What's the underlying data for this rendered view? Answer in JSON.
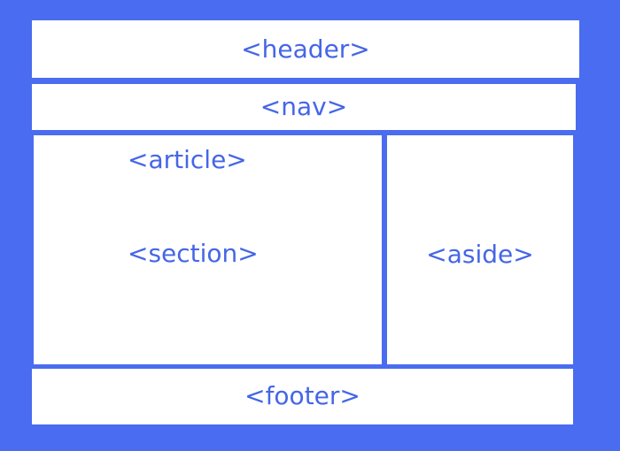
{
  "diagram": {
    "background_color": "#4a6cf0",
    "box_color": "#ffffff",
    "text_color": "#4566e6",
    "header": {
      "label": "<header>"
    },
    "nav": {
      "label": "<nav>"
    },
    "article": {
      "label": "<article>",
      "section_label": "<section>"
    },
    "aside": {
      "label": "<aside>"
    },
    "footer": {
      "label": "<footer>"
    }
  }
}
